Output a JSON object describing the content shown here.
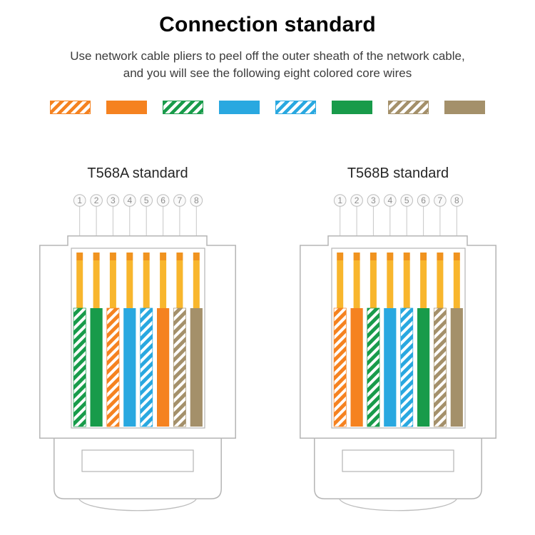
{
  "header": {
    "title": "Connection standard",
    "subtitle_line1": "Use network cable pliers to peel off the outer sheath of the network cable,",
    "subtitle_line2": "and you will see the following eight colored core wires"
  },
  "palette": {
    "orange": "#F58220",
    "green": "#189B4A",
    "blue": "#29A8E0",
    "brown": "#A4906A",
    "pin_gold": "#F8B62D",
    "pin_tip": "#F0931F",
    "outline": "#B5B5B5",
    "number_text": "#8D8D8D"
  },
  "legend_swatches": [
    {
      "name": "white-orange",
      "style": "striped",
      "color_key": "orange"
    },
    {
      "name": "orange",
      "style": "solid",
      "color_key": "orange"
    },
    {
      "name": "white-green",
      "style": "striped",
      "color_key": "green"
    },
    {
      "name": "blue",
      "style": "solid",
      "color_key": "blue"
    },
    {
      "name": "white-blue",
      "style": "striped",
      "color_key": "blue"
    },
    {
      "name": "green",
      "style": "solid",
      "color_key": "green"
    },
    {
      "name": "white-brown",
      "style": "striped",
      "color_key": "brown"
    },
    {
      "name": "brown",
      "style": "solid",
      "color_key": "brown"
    }
  ],
  "connectors": [
    {
      "label": "T568A standard",
      "pin_numbers": [
        "1",
        "2",
        "3",
        "4",
        "5",
        "6",
        "7",
        "8"
      ],
      "wires": [
        {
          "style": "striped",
          "color_key": "green"
        },
        {
          "style": "solid",
          "color_key": "green"
        },
        {
          "style": "striped",
          "color_key": "orange"
        },
        {
          "style": "solid",
          "color_key": "blue"
        },
        {
          "style": "striped",
          "color_key": "blue"
        },
        {
          "style": "solid",
          "color_key": "orange"
        },
        {
          "style": "striped",
          "color_key": "brown"
        },
        {
          "style": "solid",
          "color_key": "brown"
        }
      ]
    },
    {
      "label": "T568B standard",
      "pin_numbers": [
        "1",
        "2",
        "3",
        "4",
        "5",
        "6",
        "7",
        "8"
      ],
      "wires": [
        {
          "style": "striped",
          "color_key": "orange"
        },
        {
          "style": "solid",
          "color_key": "orange"
        },
        {
          "style": "striped",
          "color_key": "green"
        },
        {
          "style": "solid",
          "color_key": "blue"
        },
        {
          "style": "striped",
          "color_key": "blue"
        },
        {
          "style": "solid",
          "color_key": "green"
        },
        {
          "style": "striped",
          "color_key": "brown"
        },
        {
          "style": "solid",
          "color_key": "brown"
        }
      ]
    }
  ]
}
